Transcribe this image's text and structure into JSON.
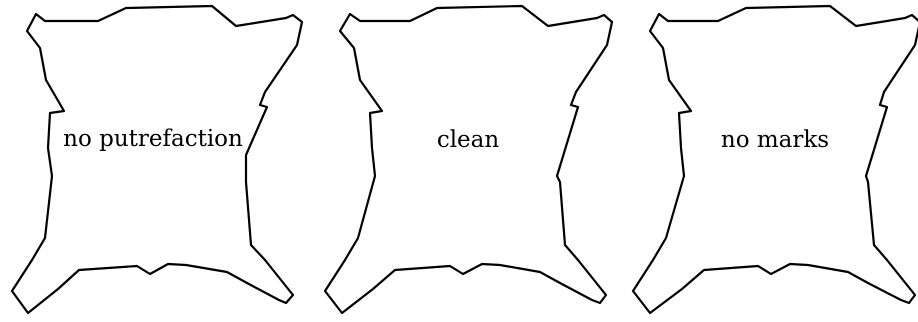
{
  "panels": [
    {
      "label": "no putrefaction"
    },
    {
      "label": "clean"
    },
    {
      "label": "no marks"
    }
  ],
  "colors": {
    "outline": "#000000",
    "fill": "#ffffff",
    "text": "#000000"
  }
}
